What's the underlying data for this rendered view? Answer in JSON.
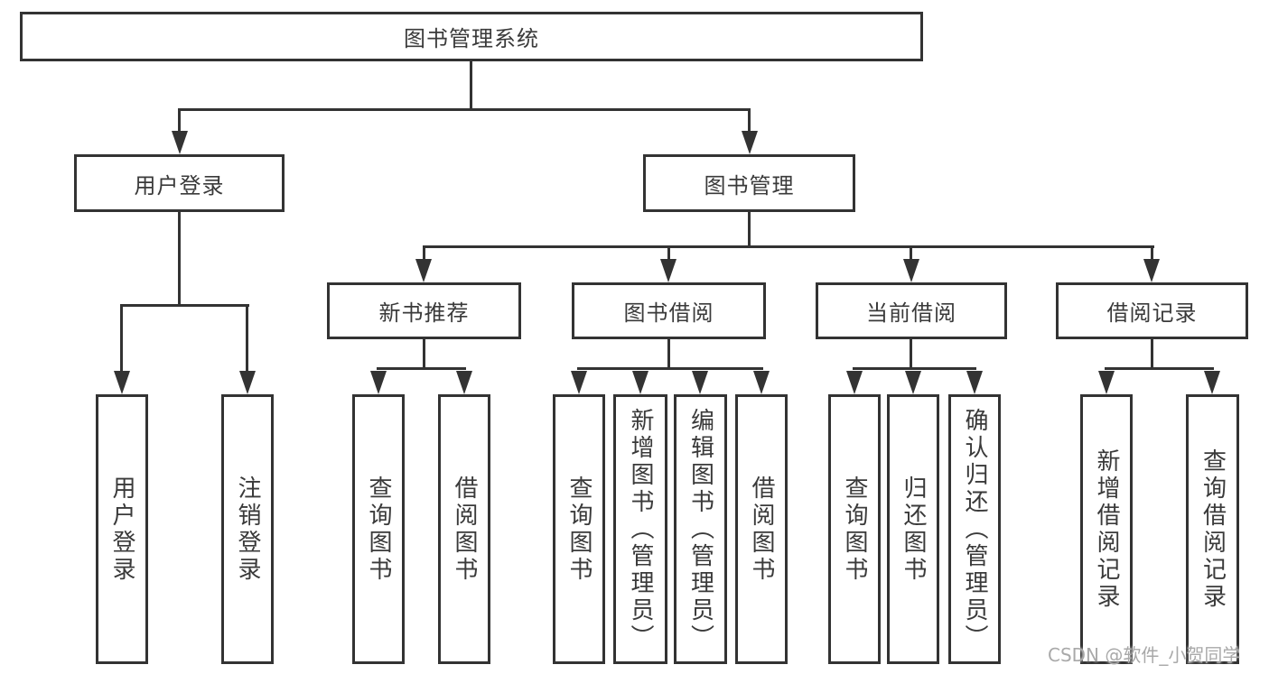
{
  "diagram": {
    "title": "图书管理系统",
    "branches": [
      {
        "label": "用户登录",
        "children": [
          {
            "label": "用户登录"
          },
          {
            "label": "注销登录"
          }
        ]
      },
      {
        "label": "图书管理",
        "children": [
          {
            "label": "新书推荐",
            "children": [
              {
                "label": "查询图书"
              },
              {
                "label": "借阅图书"
              }
            ]
          },
          {
            "label": "图书借阅",
            "children": [
              {
                "label": "查询图书"
              },
              {
                "label": "新增图书（管理员）"
              },
              {
                "label": "编辑图书（管理员）"
              },
              {
                "label": "借阅图书"
              }
            ]
          },
          {
            "label": "当前借阅",
            "children": [
              {
                "label": "查询图书"
              },
              {
                "label": "归还图书"
              },
              {
                "label": "确认归还（管理员）"
              }
            ]
          },
          {
            "label": "借阅记录",
            "children": [
              {
                "label": "新增借阅记录"
              },
              {
                "label": "查询借阅记录"
              }
            ]
          }
        ]
      }
    ]
  },
  "watermark": {
    "text": "CSDN @软件_小贺同学"
  },
  "colors": {
    "line": "#333333",
    "text": "#3a3a3a",
    "watermark": "#a9a9a9",
    "background": "#ffffff"
  }
}
